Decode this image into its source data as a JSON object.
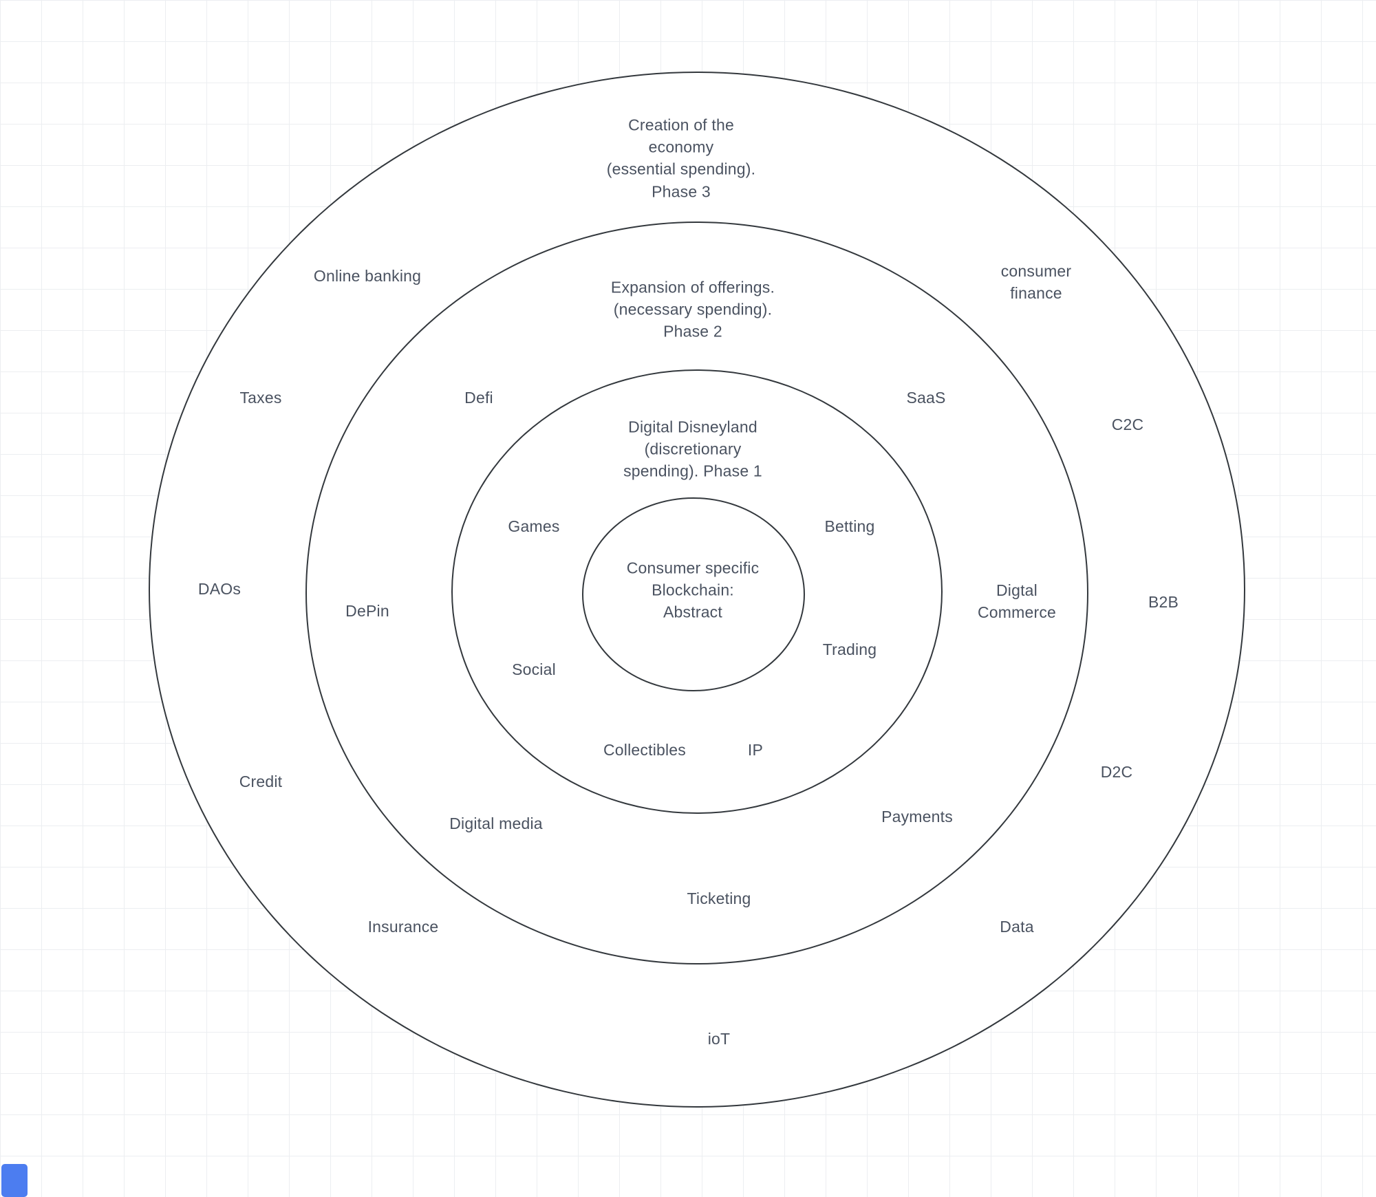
{
  "canvas": {
    "background_color": "#ffffff",
    "grid_color": "#eceef1",
    "stroke_color": "#33383d",
    "text_color": "#4a5260",
    "corner_shape_color": "#4c7df0"
  },
  "rings": {
    "phase3": {
      "title": "Creation of the\neconomy\n(essential spending).\nPhase 3"
    },
    "phase2": {
      "title": "Expansion of offerings.\n(necessary spending).\nPhase 2"
    },
    "phase1": {
      "title": "Digital Disneyland\n(discretionary\nspending). Phase 1"
    },
    "center": {
      "title": "Consumer specific\nBlockchain:\nAbstract"
    }
  },
  "labels": {
    "phase3": [
      {
        "text": "Online banking"
      },
      {
        "text": "consumer\nfinance"
      },
      {
        "text": "Taxes"
      },
      {
        "text": "C2C"
      },
      {
        "text": "DAOs"
      },
      {
        "text": "B2B"
      },
      {
        "text": "Credit"
      },
      {
        "text": "D2C"
      },
      {
        "text": "Insurance"
      },
      {
        "text": "Data"
      },
      {
        "text": "ioT"
      }
    ],
    "phase2": [
      {
        "text": "Defi"
      },
      {
        "text": "SaaS"
      },
      {
        "text": "DePin"
      },
      {
        "text": "Digtal\nCommerce"
      },
      {
        "text": "Digital media"
      },
      {
        "text": "Payments"
      },
      {
        "text": "Ticketing"
      }
    ],
    "phase1": [
      {
        "text": "Games"
      },
      {
        "text": "Betting"
      },
      {
        "text": "Social"
      },
      {
        "text": "Trading"
      },
      {
        "text": "Collectibles"
      },
      {
        "text": "IP"
      }
    ]
  }
}
